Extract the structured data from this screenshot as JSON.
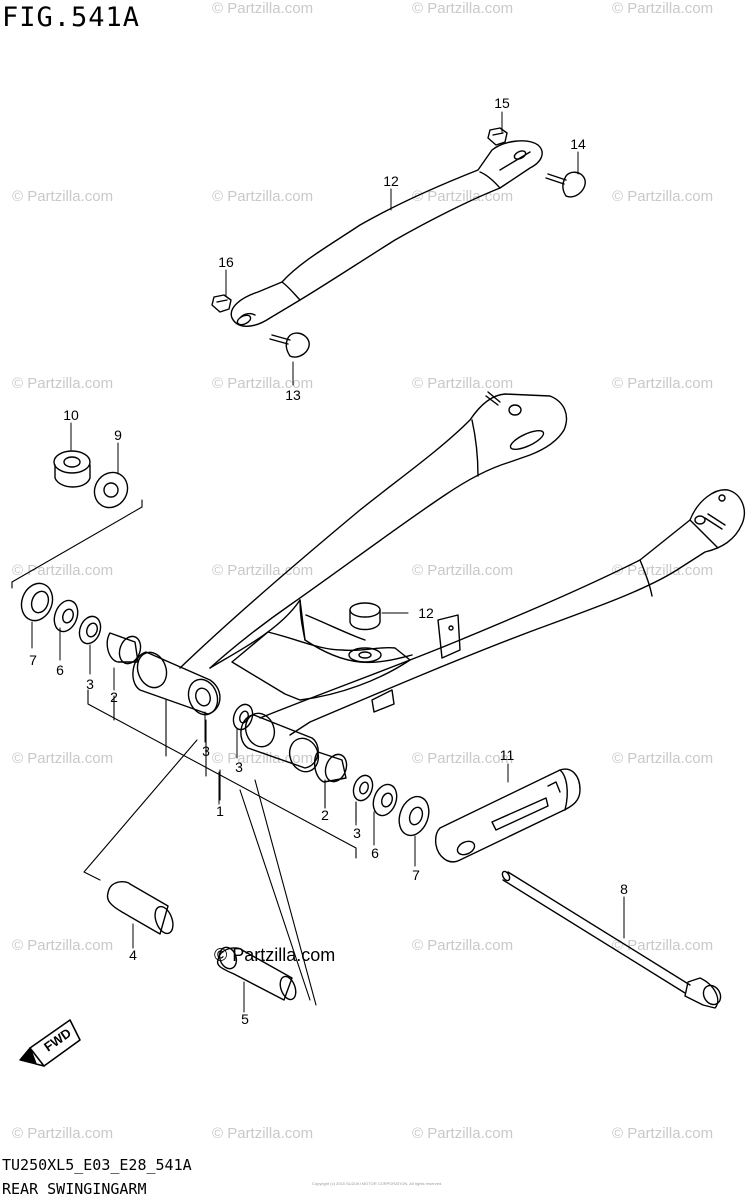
{
  "figure": {
    "title": "FIG.541A",
    "code": "TU250XL5_E03_E28_541A",
    "name": "REAR SWINGINGARM",
    "fine_print": "Copyright (c) 2015 SUZUKI MOTOR CORPORATION. All rights reserved."
  },
  "watermark": {
    "text": "© Partzilla.com",
    "prominent_text": "© Partzilla.com"
  },
  "fwd_arrow": {
    "label": "FWD"
  },
  "callouts": [
    {
      "id": "c1",
      "label": "1"
    },
    {
      "id": "c2a",
      "label": "2"
    },
    {
      "id": "c2b",
      "label": "2"
    },
    {
      "id": "c3a",
      "label": "3"
    },
    {
      "id": "c3b",
      "label": "3"
    },
    {
      "id": "c3c",
      "label": "3"
    },
    {
      "id": "c3d",
      "label": "3"
    },
    {
      "id": "c4",
      "label": "4"
    },
    {
      "id": "c5",
      "label": "5"
    },
    {
      "id": "c6a",
      "label": "6"
    },
    {
      "id": "c6b",
      "label": "6"
    },
    {
      "id": "c7a",
      "label": "7"
    },
    {
      "id": "c7b",
      "label": "7"
    },
    {
      "id": "c8",
      "label": "8"
    },
    {
      "id": "c9",
      "label": "9"
    },
    {
      "id": "c10",
      "label": "10"
    },
    {
      "id": "c11",
      "label": "11"
    },
    {
      "id": "c12",
      "label": "12"
    },
    {
      "id": "c13",
      "label": "13"
    },
    {
      "id": "c14",
      "label": "14"
    },
    {
      "id": "c15",
      "label": "15"
    },
    {
      "id": "c16a",
      "label": "16"
    },
    {
      "id": "c16b",
      "label": "16"
    }
  ]
}
